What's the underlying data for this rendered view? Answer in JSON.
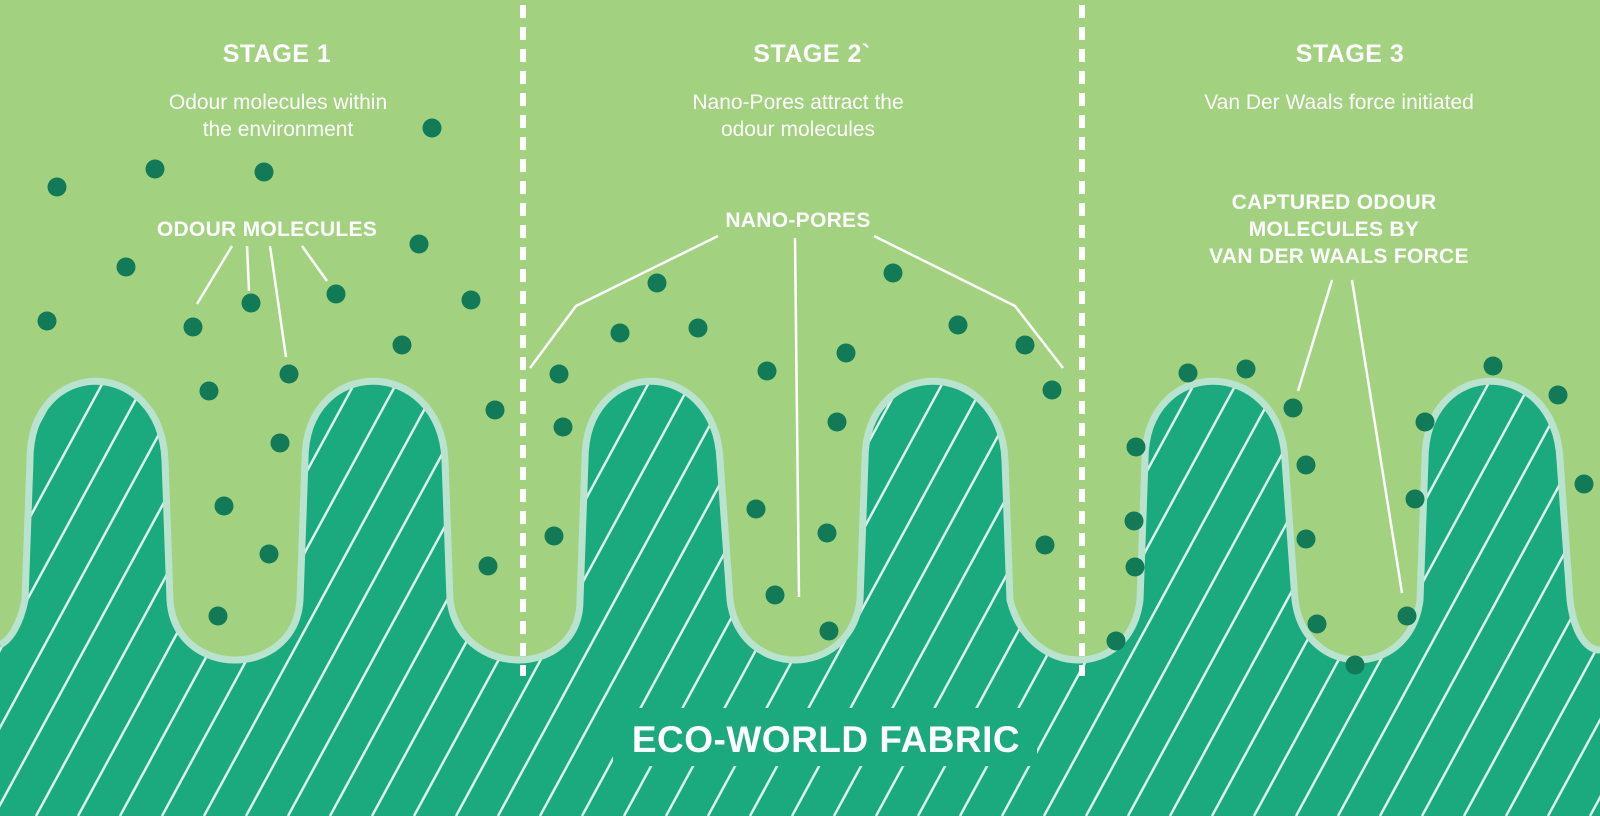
{
  "stages": [
    {
      "title": "STAGE 1",
      "description": [
        "Odour molecules within",
        "the environment"
      ]
    },
    {
      "title": "STAGE 2`",
      "description": [
        "Nano-Pores attract the",
        "odour molecules"
      ]
    },
    {
      "title": "STAGE 3",
      "description": [
        "Van Der Waals force initiated"
      ]
    }
  ],
  "callouts": {
    "odour_molecules": "ODOUR MOLECULES",
    "nano_pores": "NANO-PORES",
    "captured": [
      "CAPTURED ODOUR",
      "MOLECULES BY",
      "VAN DER WAALS FORCE"
    ]
  },
  "fabric_label": "ECO-WORLD FABRIC",
  "colors": {
    "background": "#a2d27f",
    "fabric": "#1aaa7e",
    "fabric_outline": "#b9e3cf",
    "molecule": "#137a57",
    "text": "#ffffff"
  }
}
